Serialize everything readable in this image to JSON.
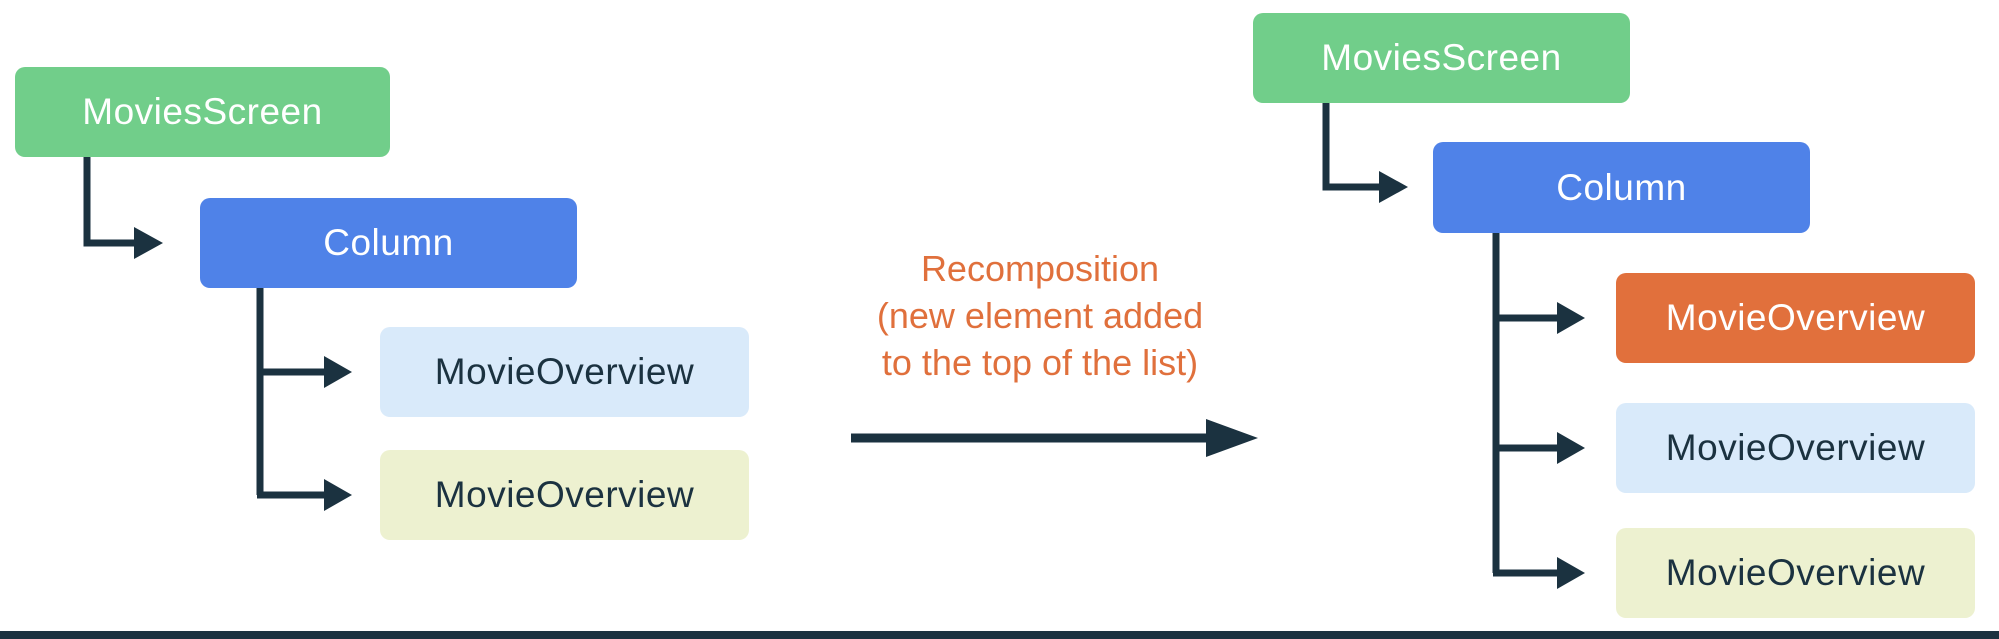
{
  "diagram": {
    "left_tree": {
      "root_label": "MoviesScreen",
      "container_label": "Column",
      "children": [
        {
          "label": "MovieOverview"
        },
        {
          "label": "MovieOverview"
        }
      ]
    },
    "right_tree": {
      "root_label": "MoviesScreen",
      "container_label": "Column",
      "children": [
        {
          "label": "MovieOverview"
        },
        {
          "label": "MovieOverview"
        },
        {
          "label": "MovieOverview"
        }
      ]
    },
    "transition_label": {
      "line1": "Recomposition",
      "line2": "(new element added",
      "line3": "to the top of the list)"
    },
    "colors": {
      "root_green": "#71CE8A",
      "column_blue": "#4F82E8",
      "child_light_blue": "#D9EAFA",
      "child_pale_yellow": "#EDF1D0",
      "new_child_orange": "#E1703C",
      "connector_dark_navy": "#1B3240",
      "transition_text_orange": "#E0703C",
      "box_text_light": "#FFFFFF"
    }
  }
}
